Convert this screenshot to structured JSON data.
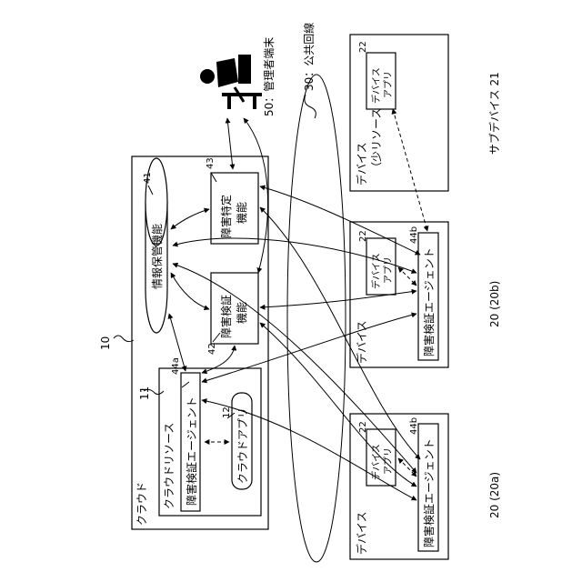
{
  "nodes": {
    "cloud_label": "クラウド",
    "cloud_ref": "10",
    "cloud_resource": "クラウドリソース",
    "cloud_resource_ref": "11",
    "agent_cloud": "障害検証エージェント",
    "agent_cloud_ref": "44a",
    "cloud_app": "クラウドアプリ",
    "cloud_app_ref": "12",
    "info_store": "情報保管機能",
    "info_store_ref": "41",
    "fault_verify_1": "障害検証",
    "fault_verify_2": "機能",
    "fault_verify_ref": "42",
    "fault_identify_1": "障害特定",
    "fault_identify_2": "機能",
    "fault_identify_ref": "43",
    "admin_terminal": "50：管理者端末",
    "public_line": "30：公共回線",
    "device_a_label": "デバイス",
    "device_a_ref": "20 (20a)",
    "device_b_label": "デバイス",
    "device_b_ref": "20 (20b)",
    "device_app_1": "デバイス",
    "device_app_2": "アプリ",
    "device_app_ref": "22",
    "agent_device": "障害検証エージェント",
    "agent_device_ref": "44b",
    "sub_device_label_1": "デバイス",
    "sub_device_label_2": "（少リソース）",
    "sub_device_ref": "サブデバイス 21"
  }
}
